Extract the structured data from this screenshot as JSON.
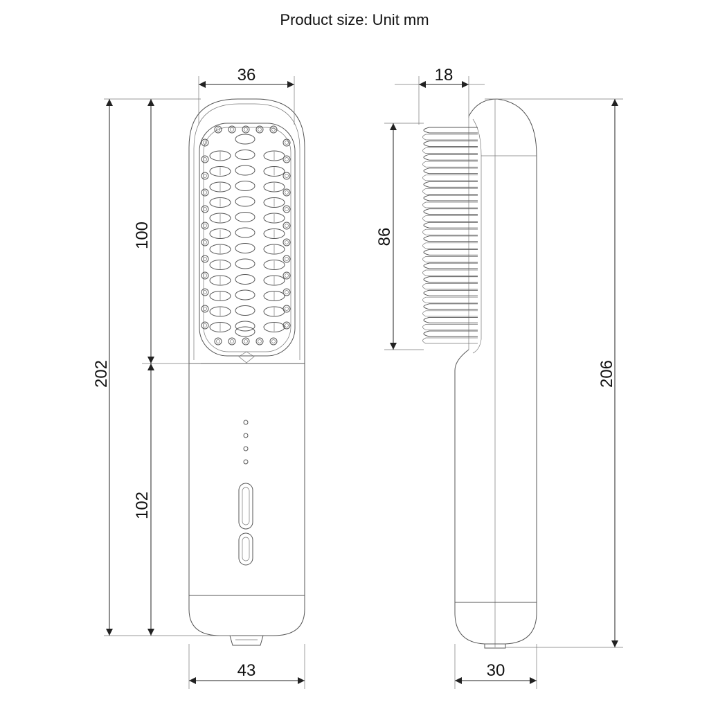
{
  "title": "Product size: Unit mm",
  "front_view": {
    "dimensions": {
      "head_width": "36",
      "handle_width": "43",
      "total_height": "202",
      "head_height": "100",
      "handle_height": "102"
    },
    "indicator_lights": 4
  },
  "side_view": {
    "dimensions": {
      "bristle_depth": "18",
      "bristle_length": "86",
      "total_height": "206",
      "body_depth": "30"
    },
    "bristle_count": 16
  },
  "colors": {
    "line": "#555555",
    "dimension": "#222222"
  }
}
